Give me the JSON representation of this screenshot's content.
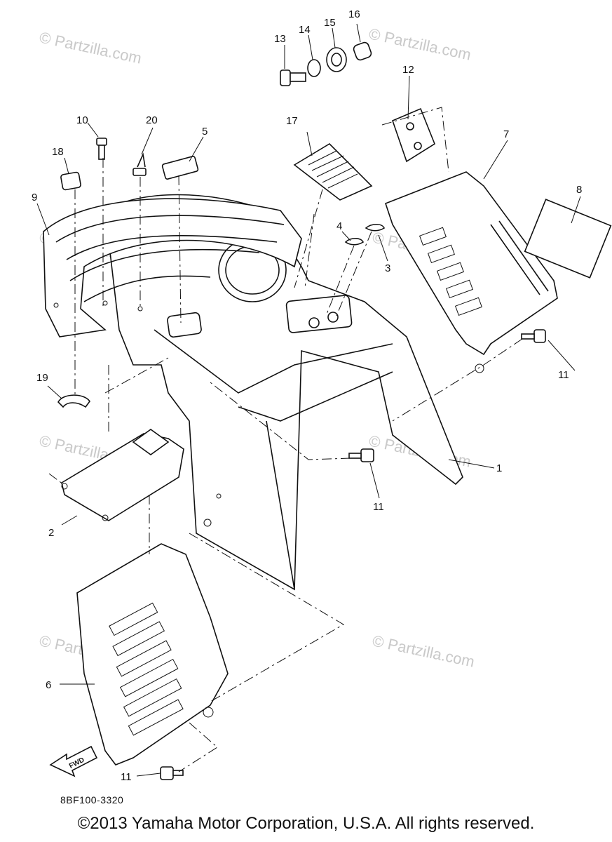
{
  "watermark": "© Partzilla.com",
  "parts": {
    "p1": "1",
    "p2": "2",
    "p3": "3",
    "p4": "4",
    "p5": "5",
    "p6": "6",
    "p7": "7",
    "p8": "8",
    "p9": "9",
    "p10": "10",
    "p11a": "11",
    "p11b": "11",
    "p11c": "11",
    "p12": "12",
    "p13": "13",
    "p14": "14",
    "p15": "15",
    "p16": "16",
    "p17": "17",
    "p18": "18",
    "p19": "19",
    "p20": "20"
  },
  "fwd_label": "FWD",
  "diagram_code": "8BF100-3320",
  "copyright": "©2013 Yamaha Motor Corporation, U.S.A. All rights reserved."
}
